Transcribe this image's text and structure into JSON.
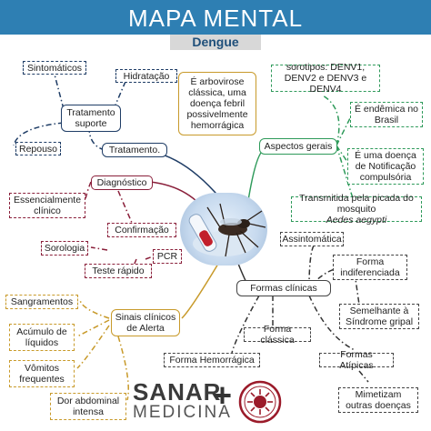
{
  "header": {
    "title": "MAPA MENTAL",
    "subtitle": "Dengue"
  },
  "colors": {
    "header_bg": "#2e7fb3",
    "navy": "#1f3d66",
    "crimson": "#8a1f3a",
    "green": "#2e9a5a",
    "gold": "#c89a2a",
    "gray": "#444444"
  },
  "center": {
    "image": "mosquito-blood-sample-icon"
  },
  "definition": "É arbovirose clássica, uma doença febril possivelmente hemorrágica",
  "tratamento": {
    "label": "Tratamento.",
    "suporte": "Tratamento suporte",
    "sintomaticos": "Sintomáticos",
    "hidratacao": "Hidratação",
    "repouso": "Repouso"
  },
  "diagnostico": {
    "label": "Diagnóstico",
    "clinico": "Essencialmente clínico",
    "confirmacao": "Confirmação",
    "sorologia": "Sorologia",
    "pcr": "PCR",
    "teste_rapido": "Teste rápido"
  },
  "aspectos": {
    "label": "Aspectos gerais",
    "sorotipos": "sorotipos: DENV1, DENV2 e DENV3 e DENV4",
    "endemica": "É endêmica no Brasil",
    "notificacao": "É uma doença de Notificação compulsória",
    "transmissao": "Transmitida pela picada do mosquito",
    "transmissao_vetor": "Aedes aegypti"
  },
  "formas": {
    "label": "Formas clínicas",
    "assintomatica": "Assintomática",
    "indiferenciada": "Forma indiferenciada",
    "sindrome_gripal": "Semelhante à Síndrome gripal",
    "classica": "Forma clássica",
    "hemorragica": "Forma Hemorrágica",
    "atipicas": "Formas Atípicas",
    "mimetizam": "Mimetizam outras doenças"
  },
  "alerta": {
    "label": "Sinais clínicos de Alerta",
    "sangramentos": "Sangramentos",
    "liquidos": "Acúmulo de líquidos",
    "vomitos": "Vômitos frequentes",
    "dor": "Dor abdominal intensa"
  },
  "branding": {
    "sanar_line1": "SANAR",
    "sanar_line2": "MEDICINA",
    "plus": "+"
  }
}
